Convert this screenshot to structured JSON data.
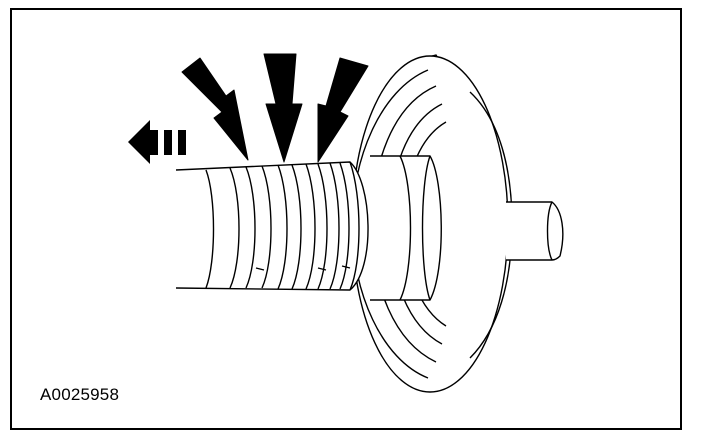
{
  "figure": {
    "id_label": "A0025958"
  },
  "illustration": {
    "subject": "shaft-with-gear-and-seal-rings",
    "arrow_count": 3,
    "direction_arrow": "left",
    "colors": {
      "line": "#000000",
      "background": "#ffffff"
    }
  }
}
